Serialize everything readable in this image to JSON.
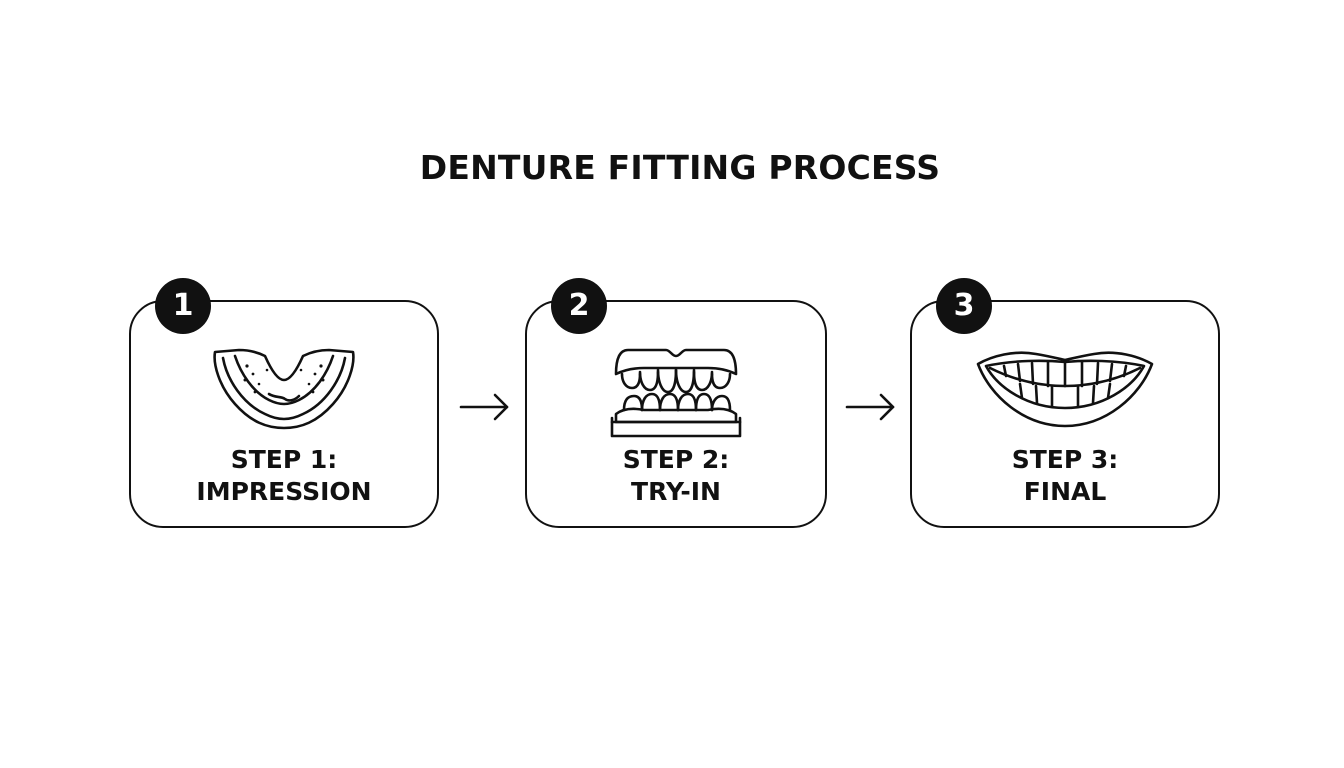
{
  "title": "DENTURE FITTING PROCESS",
  "steps": [
    {
      "number": "1",
      "label_line1": "STEP 1:",
      "label_line2": "IMPRESSION",
      "icon": "impression-tray-icon"
    },
    {
      "number": "2",
      "label_line1": "STEP 2:",
      "label_line2": "TRY-IN",
      "icon": "denture-model-icon"
    },
    {
      "number": "3",
      "label_line1": "STEP 3:",
      "label_line2": "FINAL",
      "icon": "smile-icon"
    }
  ],
  "colors": {
    "stroke": "#111111",
    "background": "#ffffff"
  }
}
